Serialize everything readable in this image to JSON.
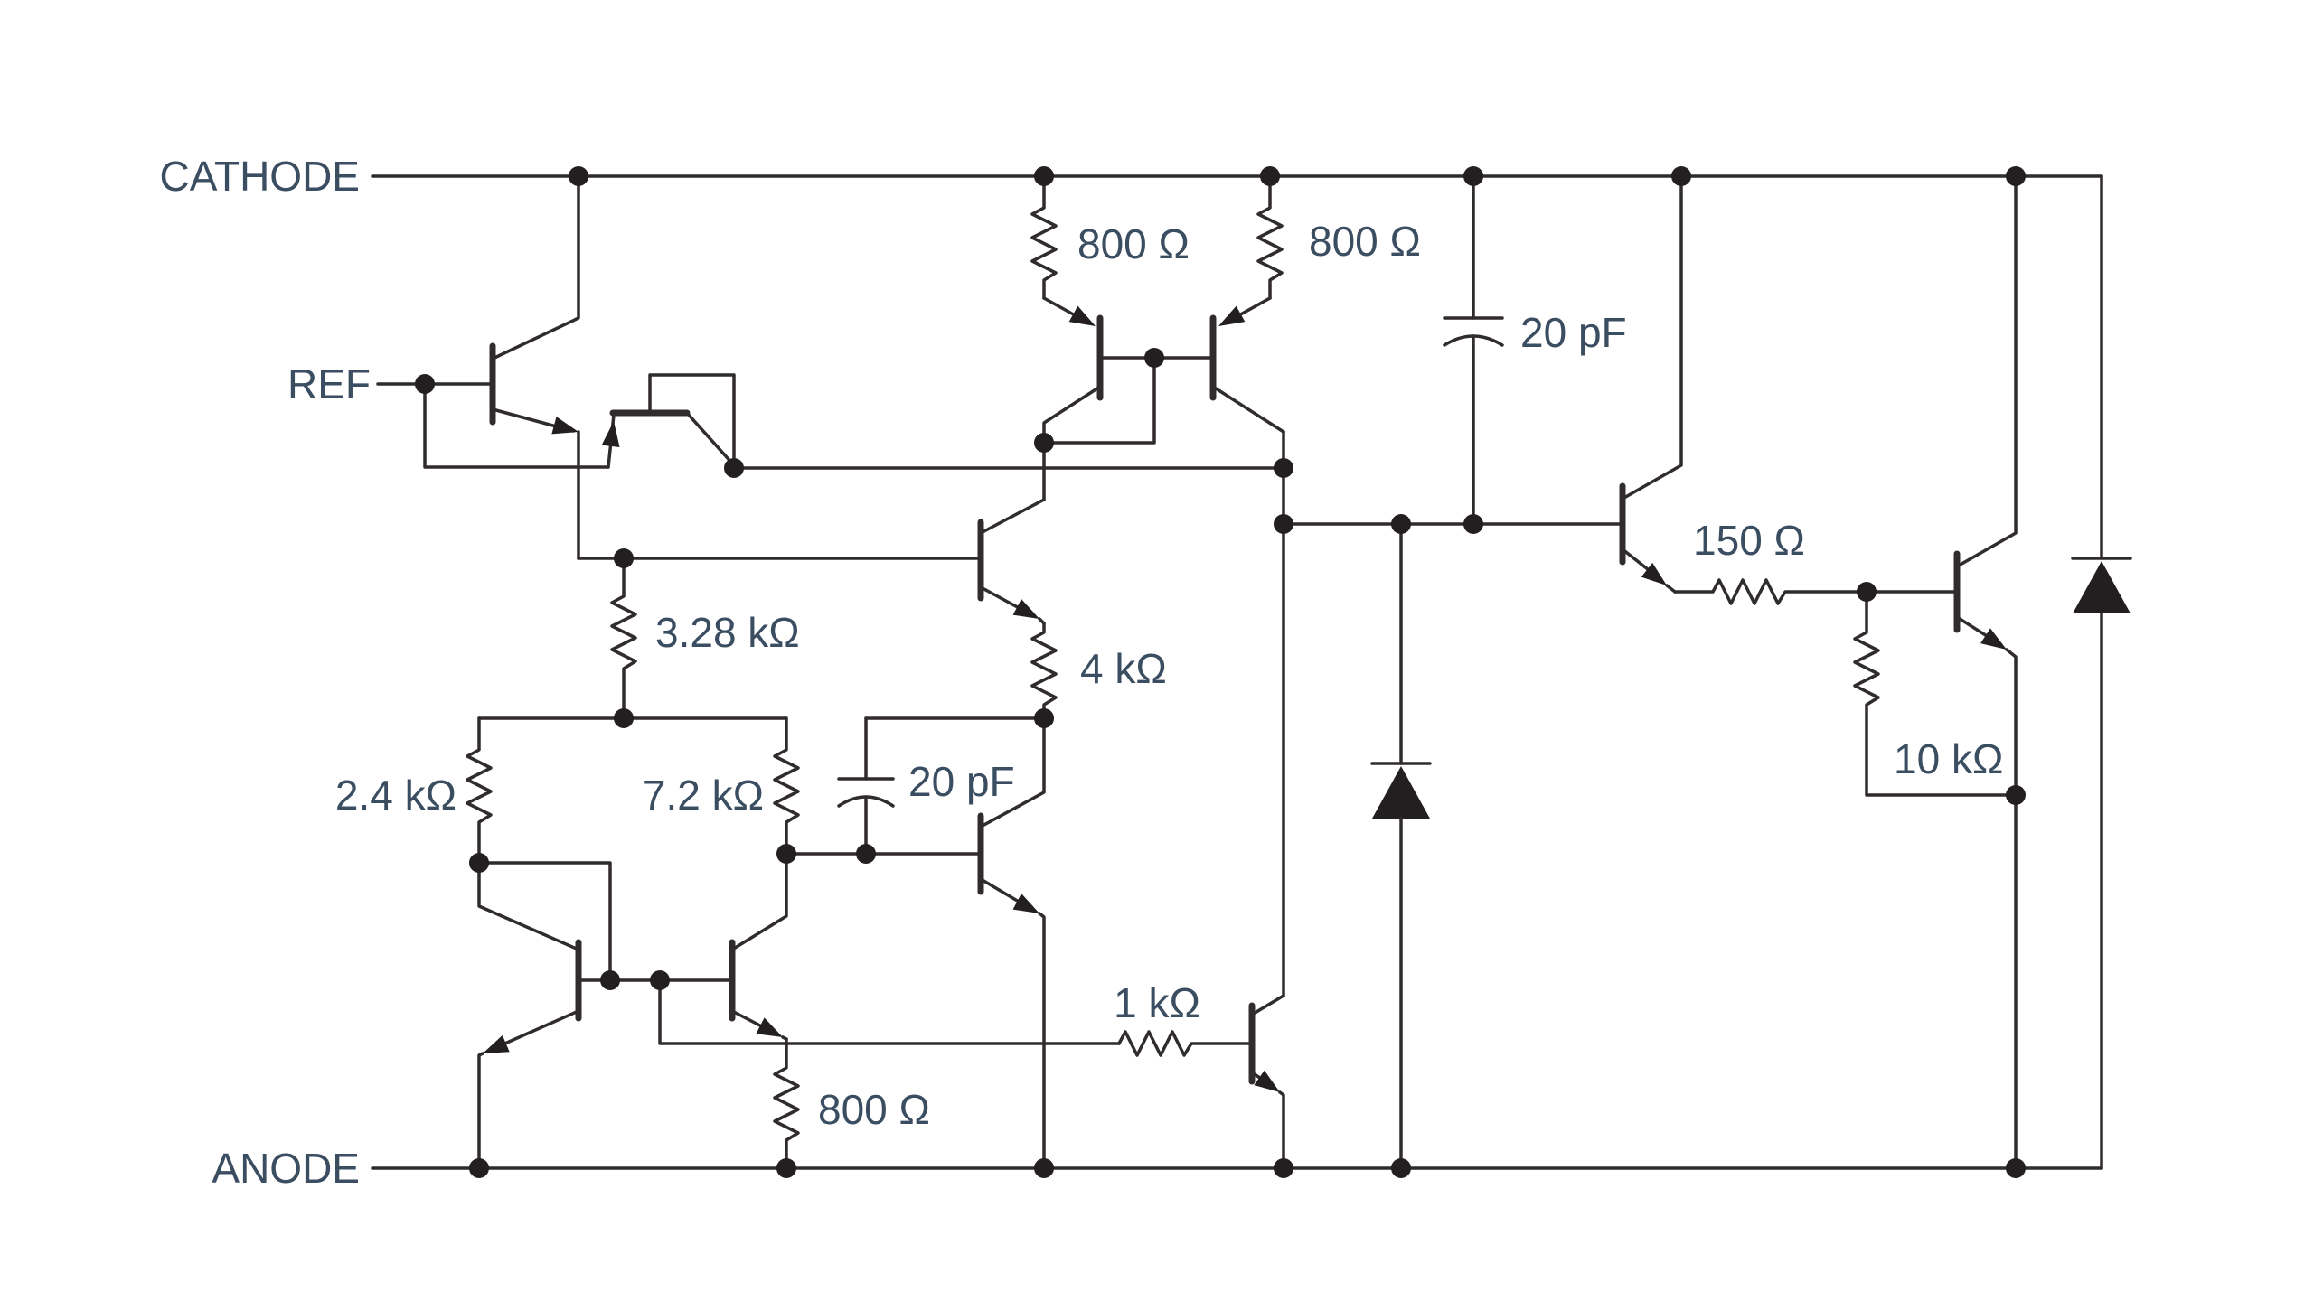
{
  "figure": {
    "type": "circuit-schematic",
    "description": "Equivalent internal schematic of an adjustable shunt regulator (TL431-style) with CATHODE, REF and ANODE terminals",
    "background_color": "#ffffff",
    "line_color": "#302c2d",
    "text_color": "#3a4d61"
  },
  "terminals": {
    "cathode": {
      "label": "CATHODE"
    },
    "ref": {
      "label": "REF"
    },
    "anode": {
      "label": "ANODE"
    }
  },
  "components": {
    "r800_left": {
      "value": "800 Ω"
    },
    "r800_right": {
      "value": "800 Ω"
    },
    "c20pf_top": {
      "value": "20 pF"
    },
    "r150": {
      "value": "150 Ω"
    },
    "r10k": {
      "value": "10 kΩ"
    },
    "r3_28k": {
      "value": "3.28 kΩ"
    },
    "r4k": {
      "value": "4 kΩ"
    },
    "r2_4k": {
      "value": "2.4 kΩ"
    },
    "r7_2k": {
      "value": "7.2 kΩ"
    },
    "c20pf_miller": {
      "value": "20 pF"
    },
    "r1k": {
      "value": "1 kΩ"
    },
    "r800_bottom": {
      "value": "800 Ω"
    }
  },
  "parts_inventory": {
    "npn_transistors": 9,
    "pnp_transistors": 2,
    "diodes": 2,
    "resistors": 10,
    "capacitors": 2,
    "junction_dots": 30
  }
}
